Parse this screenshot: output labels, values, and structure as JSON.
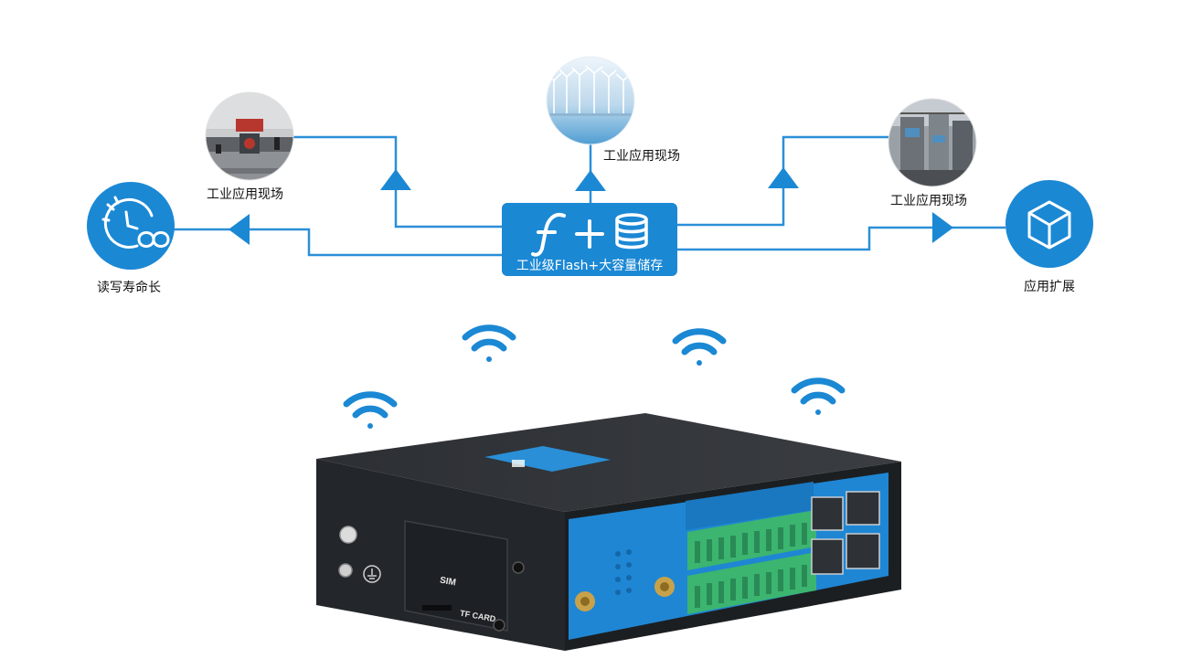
{
  "center": {
    "caption": "工业级Flash+大容量储存",
    "icon": "flash-plus-database-icon"
  },
  "nodes": {
    "left": {
      "label": "读写寿命长",
      "icon": "clock-infinity-icon"
    },
    "top_left": {
      "label": "工业应用现场",
      "image": "factory-production-line-photo"
    },
    "top_center": {
      "label": "工业应用现场",
      "image": "offshore-wind-turbines-photo"
    },
    "top_right": {
      "label": "工业应用现场",
      "image": "industrial-plant-machinery-photo"
    },
    "right": {
      "label": "应用扩展",
      "icon": "cube-icon"
    }
  },
  "device": {
    "sim_label": "SIM",
    "tf_label": "TF CARD",
    "image": "industrial-router-device-photo"
  },
  "colors": {
    "accent": "#1b88d4",
    "line": "#2b8fd8",
    "device_body": "#26292d",
    "device_panel": "#1f86d4",
    "terminal_green": "#3bb56f"
  }
}
